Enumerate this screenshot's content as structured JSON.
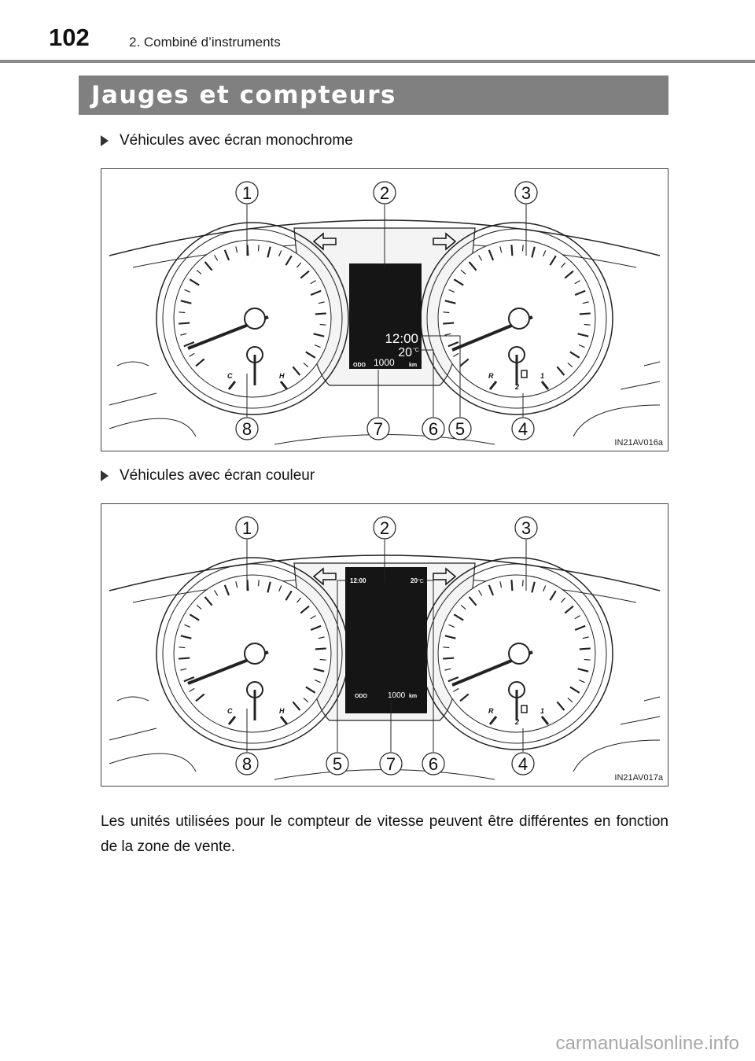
{
  "header": {
    "page_number": "102",
    "chapter": "2. Combiné d’instruments"
  },
  "section": {
    "title": "Jauges et compteurs"
  },
  "variants": [
    {
      "label": "Véhicules avec écran monochrome",
      "figure_code": "IN21AV016a",
      "callouts": [
        "1",
        "2",
        "3",
        "4",
        "5",
        "6",
        "7",
        "8"
      ],
      "display": {
        "clock": "12:00",
        "temperature": "20",
        "temp_unit": "°C",
        "odo_label": "ODO",
        "odo_value": "1000",
        "odo_unit": "km"
      },
      "gauge_labels": {
        "cold": "C",
        "hot": "H",
        "reserve": "R",
        "one": "1",
        "two": "2"
      }
    },
    {
      "label": "Véhicules avec écran couleur",
      "figure_code": "IN21AV017a",
      "callouts": [
        "1",
        "2",
        "3",
        "4",
        "5",
        "6",
        "7",
        "8"
      ],
      "display": {
        "clock": "12:00",
        "temperature": "20",
        "temp_unit": "°C",
        "odo_label": "ODO",
        "odo_value": "1000",
        "odo_unit": "km"
      },
      "gauge_labels": {
        "cold": "C",
        "hot": "H",
        "reserve": "R",
        "one": "1",
        "two": "2"
      }
    }
  ],
  "body_text": "Les unités utilisées pour le compteur de vitesse peuvent être différentes en fonction de la zone de vente.",
  "footer": {
    "watermark": "carmanualsonline.info"
  }
}
